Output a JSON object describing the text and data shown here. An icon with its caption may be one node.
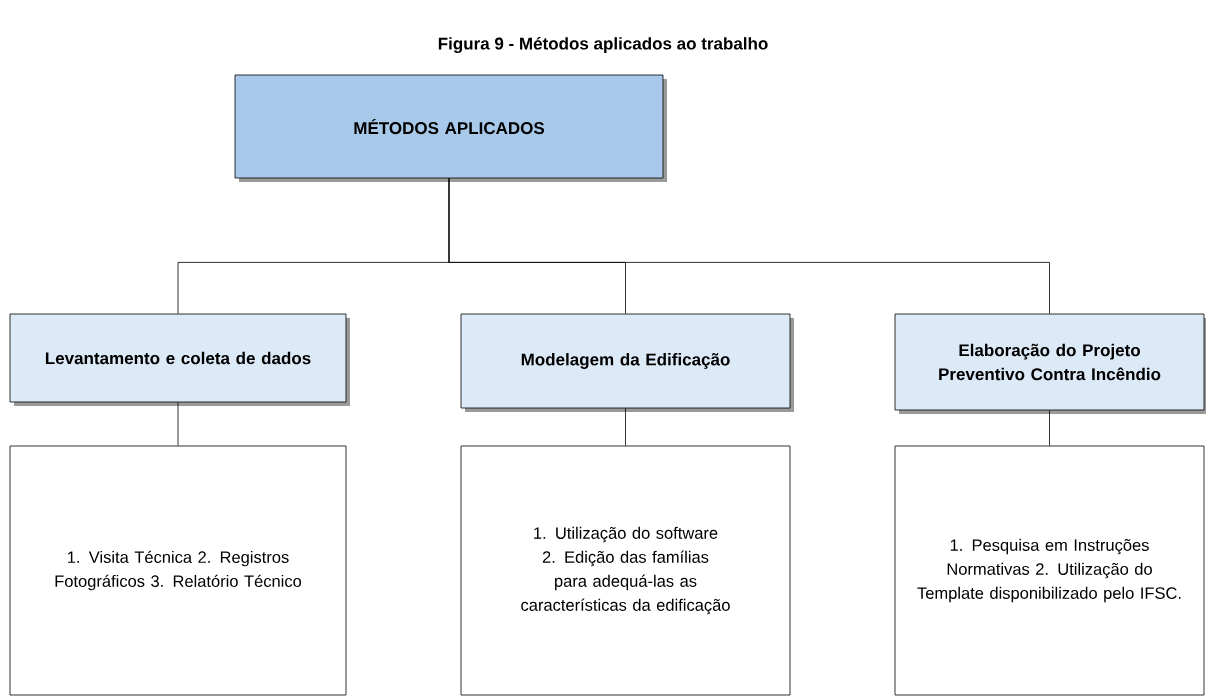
{
  "diagram": {
    "title": "Figura 9 - Métodos aplicados ao trabalho",
    "nodes": [
      {
        "text": [
          "MÉTODOS APLICADOS"
        ]
      },
      {
        "text": [
          "Levantamento e coleta de dados"
        ]
      },
      {
        "text": [
          "Modelagem da Edificação"
        ]
      },
      {
        "text": [
          "Elaboração do Projeto Preventivo Contra Incêndio"
        ]
      },
      {
        "text": [
          "1. Visita Técnica 2. Registros Fotográficos 3. Relatório Técnico"
        ]
      },
      {
        "text": [
          "1. Utilização do software 2. Edição das famílias para adequá-las as características da edificação"
        ]
      },
      {
        "text": [
          "1. Pesquisa em Instruções Normativas 2. Utilização do Template disponibilizado pelo IFSC."
        ]
      }
    ],
    "edges": [
      {
        "from": 0,
        "to": 1,
        "arrow": "none"
      },
      {
        "from": 0,
        "to": 2,
        "arrow": "none"
      },
      {
        "from": 0,
        "to": 3,
        "arrow": "none"
      },
      {
        "from": 1,
        "to": 4,
        "arrow": "none"
      },
      {
        "from": 2,
        "to": 5,
        "arrow": "none"
      },
      {
        "from": 3,
        "to": 6,
        "arrow": "none"
      }
    ]
  }
}
